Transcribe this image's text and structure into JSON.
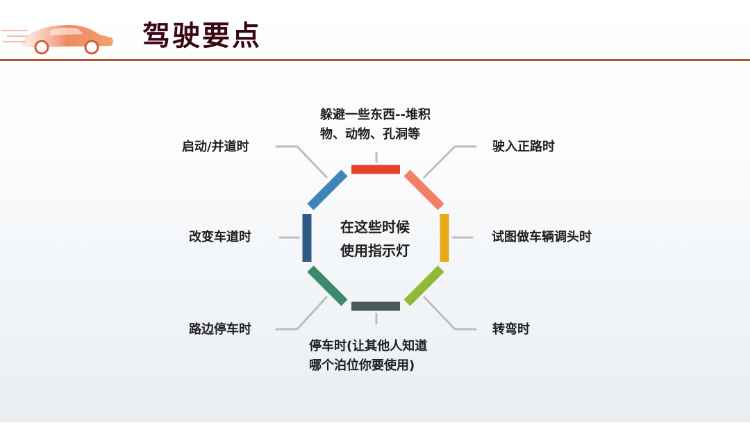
{
  "header": {
    "title": "驾驶要点",
    "logo_icon": "sports-car-icon"
  },
  "diagram": {
    "center_text": [
      "在这些时候",
      "使用指示灯"
    ],
    "items": [
      {
        "id": "top",
        "lines": [
          "躲避一些东西--堆积",
          "物、动物、孔洞等"
        ],
        "color": "#e8432a"
      },
      {
        "id": "top-right",
        "lines": [
          "驶入正路时"
        ],
        "color": "#f37f65"
      },
      {
        "id": "right",
        "lines": [
          "试图做车辆调头时"
        ],
        "color": "#e6a91a"
      },
      {
        "id": "bottom-right",
        "lines": [
          "转弯时"
        ],
        "color": "#93b83a"
      },
      {
        "id": "bottom",
        "lines": [
          "停车时(让其他人知道",
          "哪个泊位你要使用)"
        ],
        "color": "#4a5b60"
      },
      {
        "id": "bottom-left",
        "lines": [
          "路边停车时"
        ],
        "color": "#3b8a6e"
      },
      {
        "id": "left",
        "lines": [
          "改变车道时"
        ],
        "color": "#2f5a86"
      },
      {
        "id": "top-left",
        "lines": [
          "启动/并道时"
        ],
        "color": "#3d86bd"
      }
    ],
    "connector_color": "#bdbdbd"
  }
}
